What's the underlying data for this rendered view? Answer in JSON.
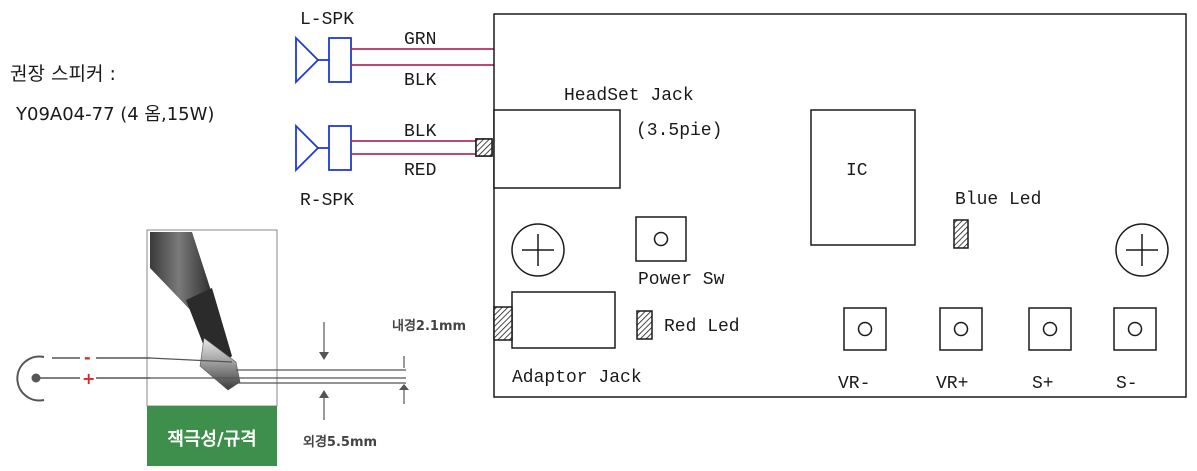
{
  "speaker_info": {
    "recommended_label": "권장 스피커 :",
    "model": "Y09A04-77 (4 옴,15W)"
  },
  "speakers": {
    "left": {
      "label": "L-SPK",
      "wire_top": "GRN",
      "wire_bottom": "BLK"
    },
    "right": {
      "label": "R-SPK",
      "wire_top": "BLK",
      "wire_bottom": "RED"
    }
  },
  "board": {
    "headset_jack": {
      "title": "HeadSet Jack",
      "size": "(3.5pie)"
    },
    "ic_label": "IC",
    "blue_led_label": "Blue Led",
    "power_switch_label": "Power Sw",
    "red_led_label": "Red Led",
    "adaptor_jack_label": "Adaptor Jack",
    "knobs": [
      "VR-",
      "VR+",
      "S+",
      "S-"
    ]
  },
  "adapter_plug": {
    "minus_sign": "-",
    "plus_sign": "+",
    "inner_diameter": "내경2.1mm",
    "outer_diameter": "외경5.5mm",
    "polarity_caption": "잭극성/규격"
  },
  "colors": {
    "speaker_blue": "#1f3bd6",
    "wire_red": "#b0305a",
    "polarity_red": "#e02424",
    "caption_green": "#3f8f4c"
  }
}
